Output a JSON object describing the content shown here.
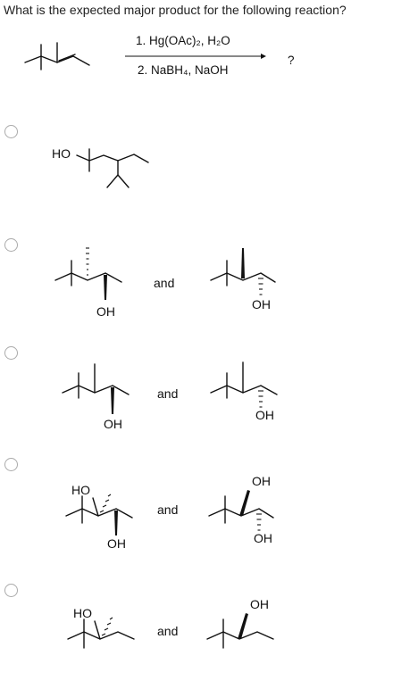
{
  "question": "What is the expected major product for the following reaction?",
  "reaction": {
    "step1": "1. Hg(OAc)₂, H₂O",
    "step2": "2. NaBH₄, NaOH",
    "unknown": "?"
  },
  "choices": [
    {
      "id": "A",
      "oh_left": "HO",
      "and": "",
      "oh_right": ""
    },
    {
      "id": "B",
      "oh_left": "OH",
      "and": "and",
      "oh_right": "OH"
    },
    {
      "id": "C",
      "oh_left": "OH",
      "and": "and",
      "oh_right": "OH"
    },
    {
      "id": "D",
      "oh_top": "HO",
      "oh_left": "OH",
      "and": "and",
      "oh_right_top": "OH",
      "oh_right": "OH"
    },
    {
      "id": "E",
      "oh_top": "HO",
      "and": "and",
      "oh_right_top": "OH"
    }
  ]
}
